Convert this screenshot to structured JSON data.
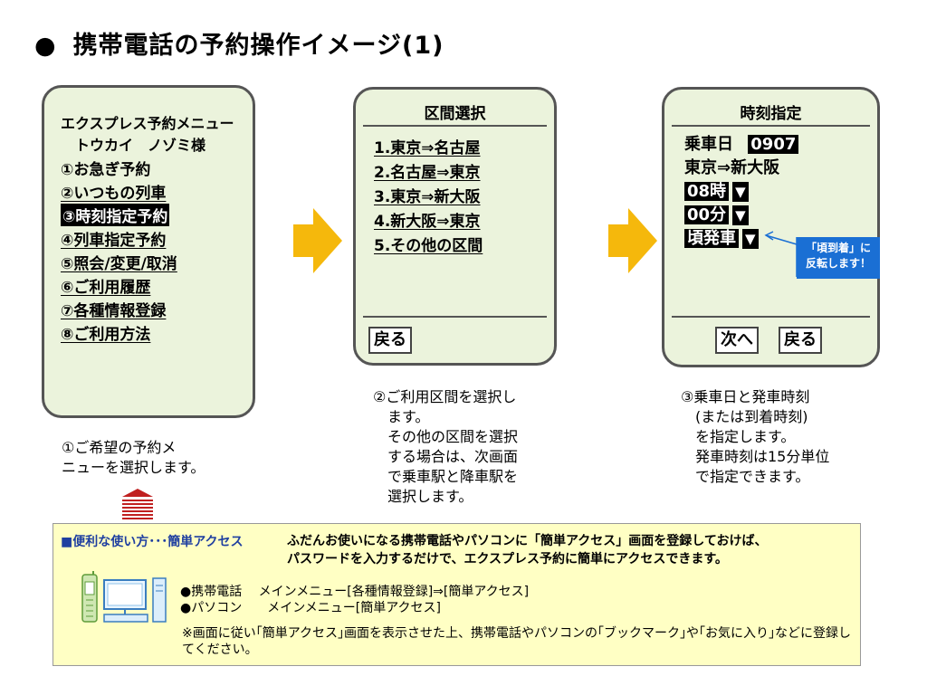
{
  "title": {
    "bullet": "●",
    "text": "携帯電話の予約操作イメージ(1)"
  },
  "screen1": {
    "header_line1": "エクスプレス予約メニュー",
    "header_line2": "トウカイ　ノゾミ様",
    "items": [
      "①お急ぎ予約",
      "②いつもの列車",
      "③時刻指定予約",
      "④列車指定予約",
      "⑤照会/変更/取消",
      "⑥ご利用履歴",
      "⑦各種情報登録",
      "⑧ご利用方法"
    ]
  },
  "screen2": {
    "title": "区間選択",
    "items": [
      "1.東京⇒名古屋",
      "2.名古屋⇒東京",
      "3.東京⇒新大阪",
      "4.新大阪⇒東京",
      "5.その他の区間"
    ],
    "back_label": "戻る"
  },
  "screen3": {
    "title": "時刻指定",
    "date_label": "乗車日",
    "date_value": "0907",
    "route": "東京⇒新大阪",
    "hour": "08時",
    "minute": "00分",
    "mode": "頃発車",
    "dropdown_glyph": "▼",
    "next_label": "次へ",
    "back_label": "戻る"
  },
  "callout": "「頃到着」に\n反転します！",
  "captions": {
    "c1": "①ご希望の予約メ\nニューを選択します。",
    "c2": "②ご利用区間を選択し\n　ます。\n　その他の区間を選択\n　する場合は、次画面\n　で乗車駅と降車駅を\n　選択します。",
    "c3": "③乗車日と発車時刻\n　(または到着時刻)\n　を指定します。\n　発車時刻は15分単位\n　で指定できます。"
  },
  "tip": {
    "heading": "■便利な使い方･･･簡単アクセス",
    "description": "ふだんお使いになる携帯電話やパソコンに「簡単アクセス」画面を登録しておけば、\nパスワードを入力するだけで、エクスプレス予約に簡単にアクセスできます。",
    "line1": "●携帯電話　 メインメニュー[各種情報登録]⇒[簡単アクセス]",
    "line2": "●パソコン　　メインメニュー[簡単アクセス]",
    "note": "※画面に従い｢簡単アクセス｣画面を表示させた上、携帯電話やパソコンの｢ブックマーク｣や｢お気に入り｣などに登録してください。"
  },
  "colors": {
    "screen_bg": "#ebf3dc",
    "arrow": "#f5b80c",
    "callout": "#1a6fd4",
    "tip_bg": "#ffffc4",
    "tip_heading": "#1f3fa0"
  }
}
